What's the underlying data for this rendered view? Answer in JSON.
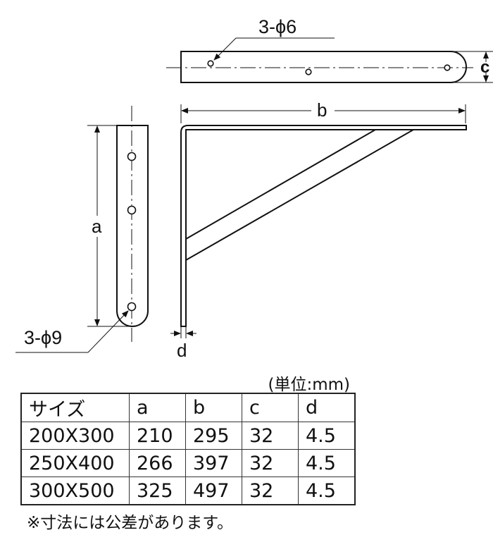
{
  "drawing": {
    "top_view": {
      "hole_callout": "3-ϕ6",
      "dimension_label": "c"
    },
    "side_view": {
      "dimension_width_label": "b",
      "dimension_thickness_label": "d"
    },
    "wall_plate_view": {
      "dimension_height_label": "a",
      "hole_callout": "3-ϕ9"
    }
  },
  "table": {
    "unit_label": "(単位:mm)",
    "headers": [
      "サイズ",
      "a",
      "b",
      "c",
      "d"
    ],
    "rows": [
      [
        "200X300",
        "210",
        "295",
        "32",
        "4.5"
      ],
      [
        "250X400",
        "266",
        "397",
        "32",
        "4.5"
      ],
      [
        "300X500",
        "325",
        "497",
        "32",
        "4.5"
      ]
    ],
    "note": "※寸法には公差があります。"
  }
}
